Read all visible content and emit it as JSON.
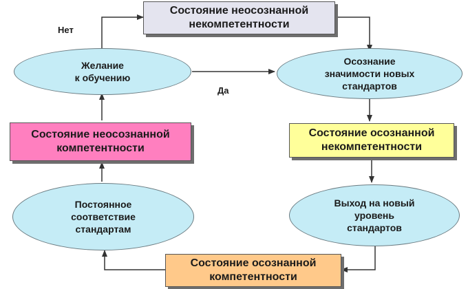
{
  "nodes": {
    "unconscious_incompetence": "Состояние неосознанной\nнекомпетентности",
    "awareness_of_standards": "Осознание\nзначимости новых\nстандартов",
    "conscious_incompetence": "Состояние осознанной\nнекомпетентности",
    "new_standard_level": "Выход на новый\nуровень\nстандартов",
    "conscious_competence": "Состояние осознанной\nкомпетентности",
    "constant_compliance": "Постоянное\nсоответствие\nстандартам",
    "unconscious_competence": "Состояние неосознанной\nкомпетентности",
    "desire_to_learn": "Желание\nк обучению"
  },
  "edge_labels": {
    "no": "Нет",
    "yes": "Да"
  },
  "colors": {
    "unconscious_incompetence": "#e4e4ef",
    "conscious_incompetence": "#ffff9a",
    "conscious_competence": "#ffc98a",
    "unconscious_competence": "#ff7fbf",
    "ellipse": "#c5ecf6",
    "arrow": "#333333"
  }
}
